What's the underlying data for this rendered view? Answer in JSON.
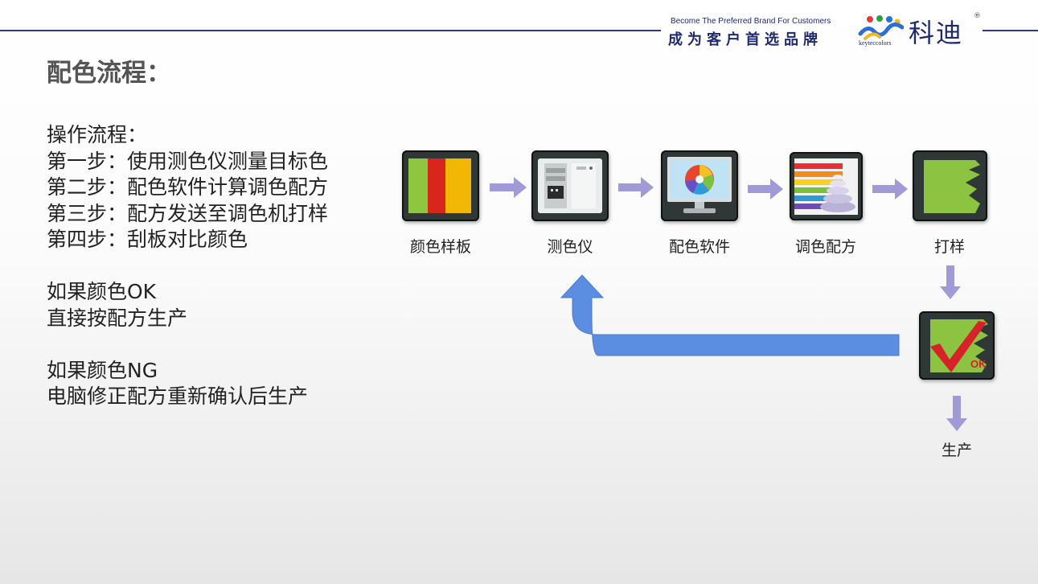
{
  "header": {
    "slogan_en": "Become The Preferred Brand For Customers",
    "slogan_cn": "成为客户首选品牌",
    "brand_name": "科迪",
    "brand_sub": "keyteccolors",
    "registered": "®"
  },
  "page_title": "配色流程：",
  "steps": [
    "操作流程：",
    "第一步：使用测色仪测量目标色",
    "第二步：配色软件计算调色配方",
    "第三步：配方发送至调色机打样",
    "第四步：刮板对比颜色"
  ],
  "ok_block": [
    "如果颜色OK",
    "直接按配方生产"
  ],
  "ng_block": [
    "如果颜色NG",
    "电脑修正配方重新确认后生产"
  ],
  "flow": {
    "nodes": [
      {
        "label": "颜色样板",
        "icon": "color-swatch-icon"
      },
      {
        "label": "测色仪",
        "icon": "spectrophotometer-icon"
      },
      {
        "label": "配色软件",
        "icon": "color-software-icon"
      },
      {
        "label": "调色配方",
        "icon": "formula-stack-icon"
      },
      {
        "label": "打样",
        "icon": "sample-icon"
      }
    ],
    "ok_node": {
      "icon": "ok-check-icon",
      "stamp": "OK"
    },
    "final_label": "生产"
  },
  "colors": {
    "title": "#555555",
    "arrow": "#a09ad6",
    "loop_arrow": "#5b8ee0",
    "header_line": "#2a3a8c",
    "brand": "#1f2a6e"
  }
}
